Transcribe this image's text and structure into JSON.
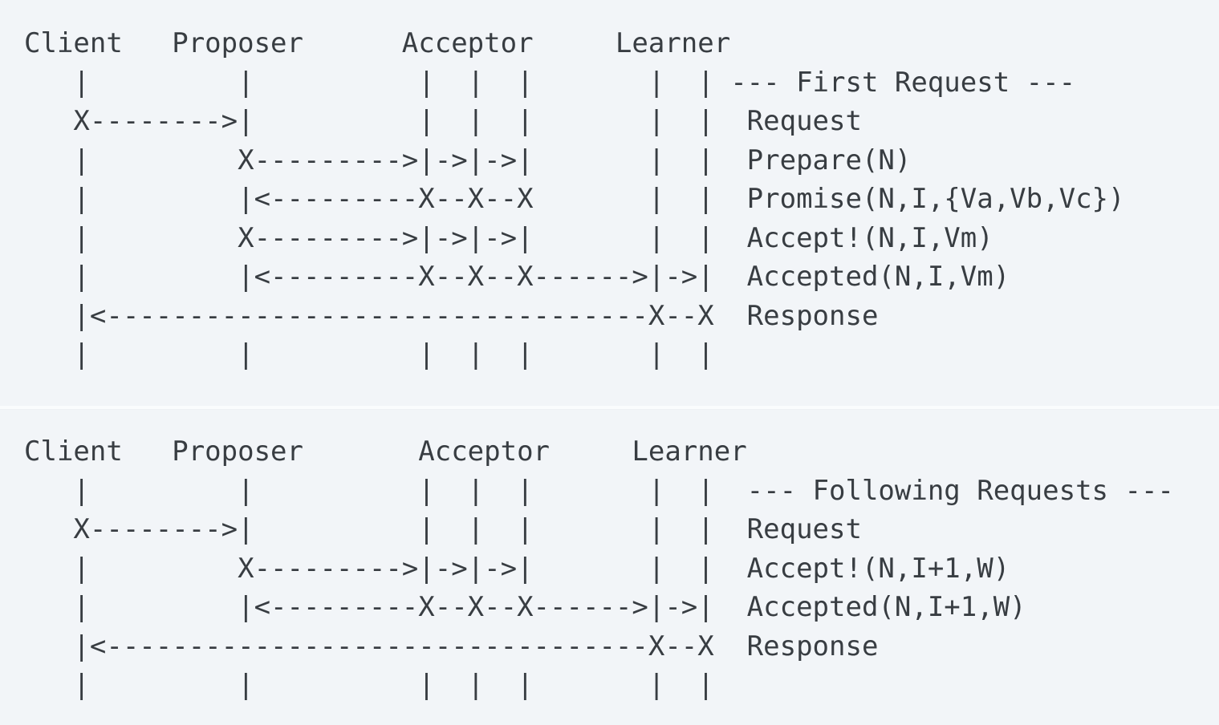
{
  "colors": {
    "page_background": "#fafcfd",
    "block_background": "#f2f5f8",
    "text": "#383d42"
  },
  "diagrams": [
    {
      "id": "first-request",
      "section_label": "--- First Request ---",
      "actors": [
        "Client",
        "Proposer",
        "Acceptor",
        "Learner"
      ],
      "messages": [
        "Request",
        "Prepare(N)",
        "Promise(N,I,{Va,Vb,Vc})",
        "Accept!(N,I,Vm)",
        "Accepted(N,I,Vm)",
        "Response"
      ],
      "lines": [
        "Client   Proposer      Acceptor     Learner",
        "   |         |          |  |  |       |  | --- First Request ---",
        "   X-------->|          |  |  |       |  |  Request",
        "   |         X--------->|->|->|       |  |  Prepare(N)",
        "   |         |<---------X--X--X       |  |  Promise(N,I,{Va,Vb,Vc})",
        "   |         X--------->|->|->|       |  |  Accept!(N,I,Vm)",
        "   |         |<---------X--X--X------>|->|  Accepted(N,I,Vm)",
        "   |<---------------------------------X--X  Response",
        "   |         |          |  |  |       |  |"
      ]
    },
    {
      "id": "following-requests",
      "section_label": "--- Following Requests ---",
      "actors": [
        "Client",
        "Proposer",
        "Acceptor",
        "Learner"
      ],
      "messages": [
        "Request",
        "Accept!(N,I+1,W)",
        "Accepted(N,I+1,W)",
        "Response"
      ],
      "lines": [
        "Client   Proposer       Acceptor     Learner",
        "   |         |          |  |  |       |  |  --- Following Requests ---",
        "   X-------->|          |  |  |       |  |  Request",
        "   |         X--------->|->|->|       |  |  Accept!(N,I+1,W)",
        "   |         |<---------X--X--X------>|->|  Accepted(N,I+1,W)",
        "   |<---------------------------------X--X  Response",
        "   |         |          |  |  |       |  |"
      ]
    }
  ]
}
